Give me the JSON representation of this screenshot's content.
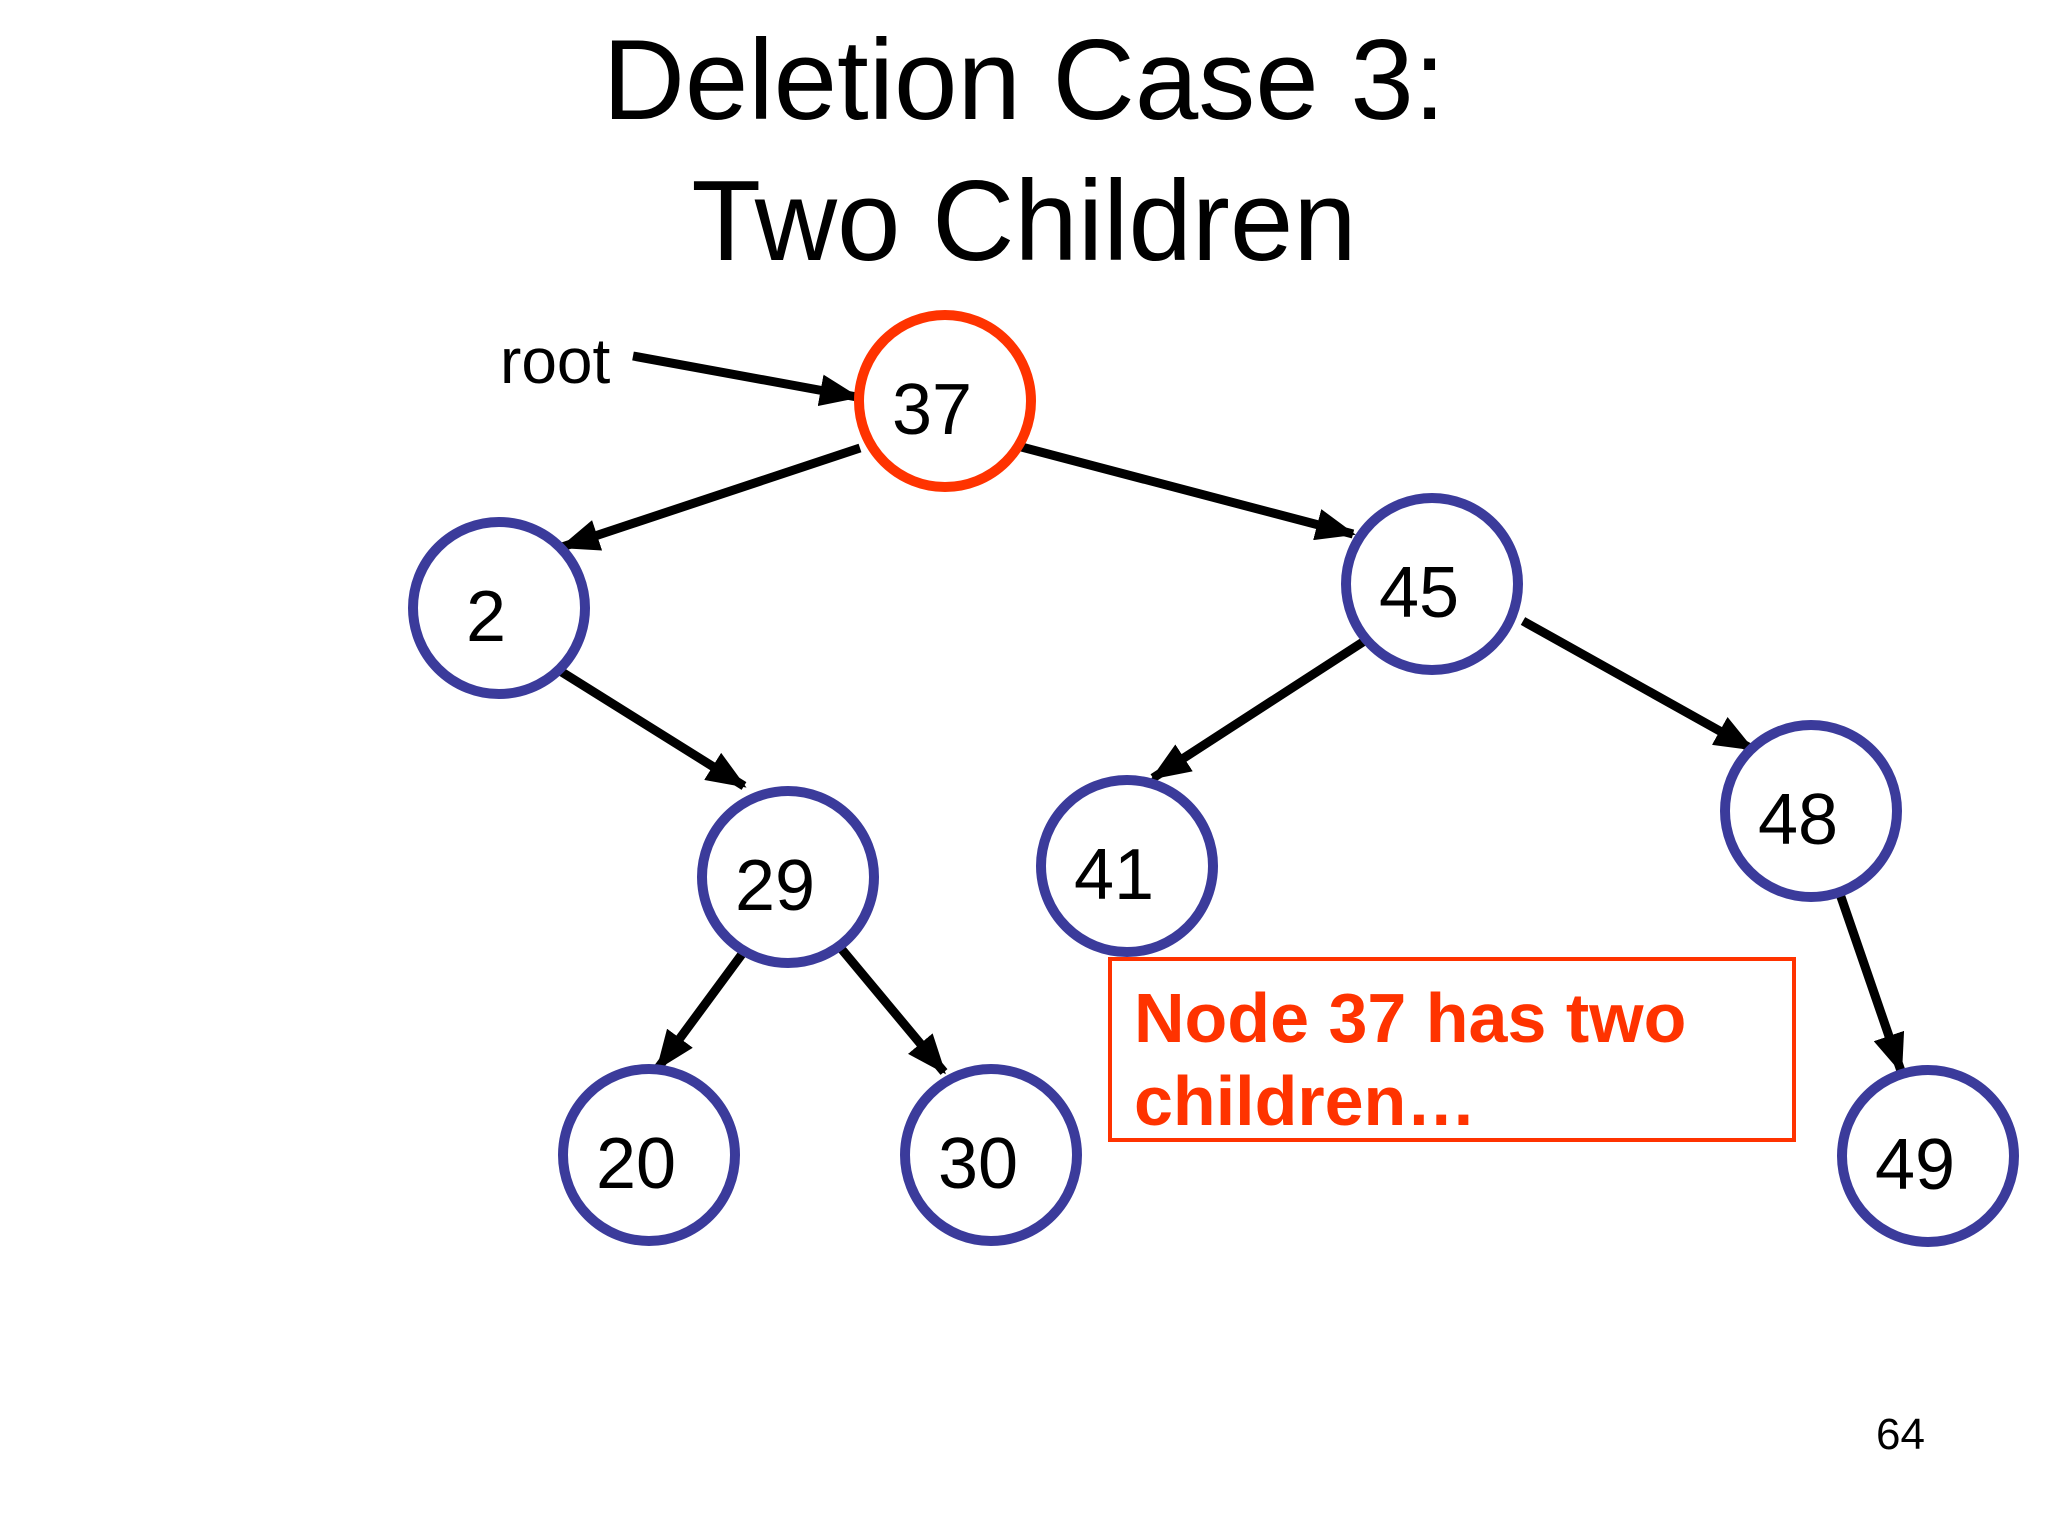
{
  "slide": {
    "title_line1": "Deletion Case 3:",
    "title_line2": "Two Children",
    "page_number": "64"
  },
  "labels": {
    "root": "root"
  },
  "annotation": {
    "line1": "Node 37 has two",
    "line2": "children…"
  },
  "tree": {
    "nodes": [
      {
        "value": "37",
        "highlighted": true
      },
      {
        "value": "2",
        "highlighted": false
      },
      {
        "value": "45",
        "highlighted": false
      },
      {
        "value": "29",
        "highlighted": false
      },
      {
        "value": "41",
        "highlighted": false
      },
      {
        "value": "48",
        "highlighted": false
      },
      {
        "value": "20",
        "highlighted": false
      },
      {
        "value": "30",
        "highlighted": false
      },
      {
        "value": "49",
        "highlighted": false
      }
    ],
    "edges": [
      {
        "from": "37",
        "to": "2"
      },
      {
        "from": "37",
        "to": "45"
      },
      {
        "from": "2",
        "to": "29"
      },
      {
        "from": "45",
        "to": "41"
      },
      {
        "from": "45",
        "to": "48"
      },
      {
        "from": "29",
        "to": "20"
      },
      {
        "from": "29",
        "to": "30"
      },
      {
        "from": "48",
        "to": "49"
      }
    ]
  },
  "colors": {
    "node_stroke": "#3B3B9B",
    "highlight_stroke": "#FF3300",
    "annotation_color": "#FF3300",
    "edge_color": "#000000",
    "text_color": "#000000"
  }
}
